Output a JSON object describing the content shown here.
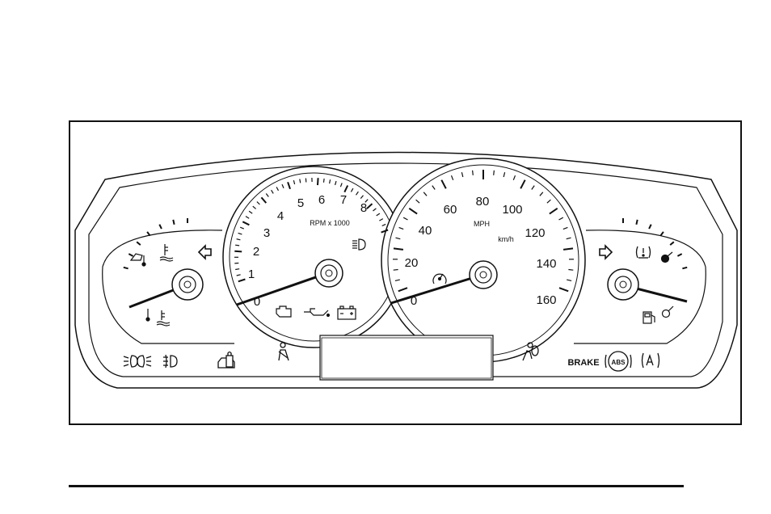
{
  "colors": {
    "ink": "#111111",
    "panel": "#ffffff"
  },
  "tachometer": {
    "unit_label": "RPM x 1000",
    "scale": [
      {
        "label": "0",
        "value": 0
      },
      {
        "label": "1",
        "value": 1
      },
      {
        "label": "2",
        "value": 2
      },
      {
        "label": "3",
        "value": 3
      },
      {
        "label": "4",
        "value": 4
      },
      {
        "label": "5",
        "value": 5
      },
      {
        "label": "6",
        "value": 6
      },
      {
        "label": "7",
        "value": 7
      },
      {
        "label": "8",
        "value": 8
      }
    ],
    "needle_value": 0
  },
  "speedometer": {
    "unit_label": "MPH",
    "secondary_unit_label": "km/h",
    "scale": [
      {
        "label": "0",
        "value": 0
      },
      {
        "label": "20",
        "value": 20
      },
      {
        "label": "40",
        "value": 40
      },
      {
        "label": "60",
        "value": 60
      },
      {
        "label": "80",
        "value": 80
      },
      {
        "label": "100",
        "value": 100
      },
      {
        "label": "120",
        "value": 120
      },
      {
        "label": "140",
        "value": 140
      },
      {
        "label": "160",
        "value": 160
      }
    ],
    "needle_value": 0
  },
  "indicators": {
    "brake_label": "BRAKE",
    "abs_label": "ABS",
    "icons": [
      "engine-coolant-temp-icon",
      "trunk-ajar-icon",
      "left-turn-signal-icon",
      "headlamp-icon",
      "fog-lamp-icon",
      "security-icon",
      "seatbelt-icon",
      "airbag-icon",
      "check-engine-icon",
      "oil-pressure-icon",
      "battery-icon",
      "cruise-control-icon",
      "high-beam-icon",
      "right-turn-signal-icon",
      "tire-pressure-icon",
      "fuel-pump-icon",
      "traction-control-icon"
    ]
  }
}
